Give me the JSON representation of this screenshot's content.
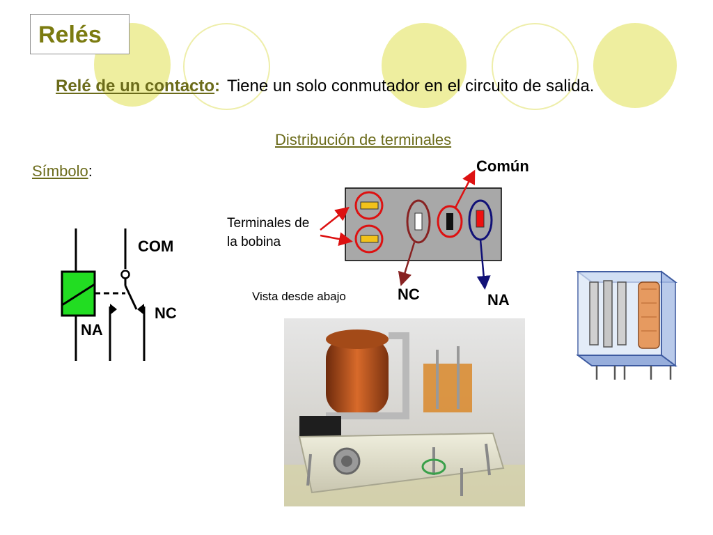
{
  "slide": {
    "title": "Relés",
    "subtitle_label": "Relé de un contacto",
    "subtitle_colon": ":",
    "subtitle_text": "Tiene un solo conmutador en el circuito de salida.",
    "distribution_heading": "Distribución de terminales",
    "symbol_label": "Símbolo",
    "symbol_colon": ":"
  },
  "symbol_diagram": {
    "com_label": "COM",
    "nc_label": "NC",
    "na_label": "NA",
    "coil_color": "#22dd22"
  },
  "terminal_diagram": {
    "comun_label": "Común",
    "coil_terminals_label_line1": "Terminales de",
    "coil_terminals_label_line2": "la bobina",
    "nc_label": "NC",
    "na_label": "NA",
    "view_label": "Vista desde abajo",
    "colors": {
      "panel": "#a8a8a8",
      "coil_pin": "#f2c21a",
      "circle_red": "#dd1111",
      "circle_navy": "#111177",
      "circle_maroon": "#882222"
    }
  },
  "images": {
    "relay_photo": "relay-photo",
    "relay_transparent": "relay-transparent-diagram"
  }
}
